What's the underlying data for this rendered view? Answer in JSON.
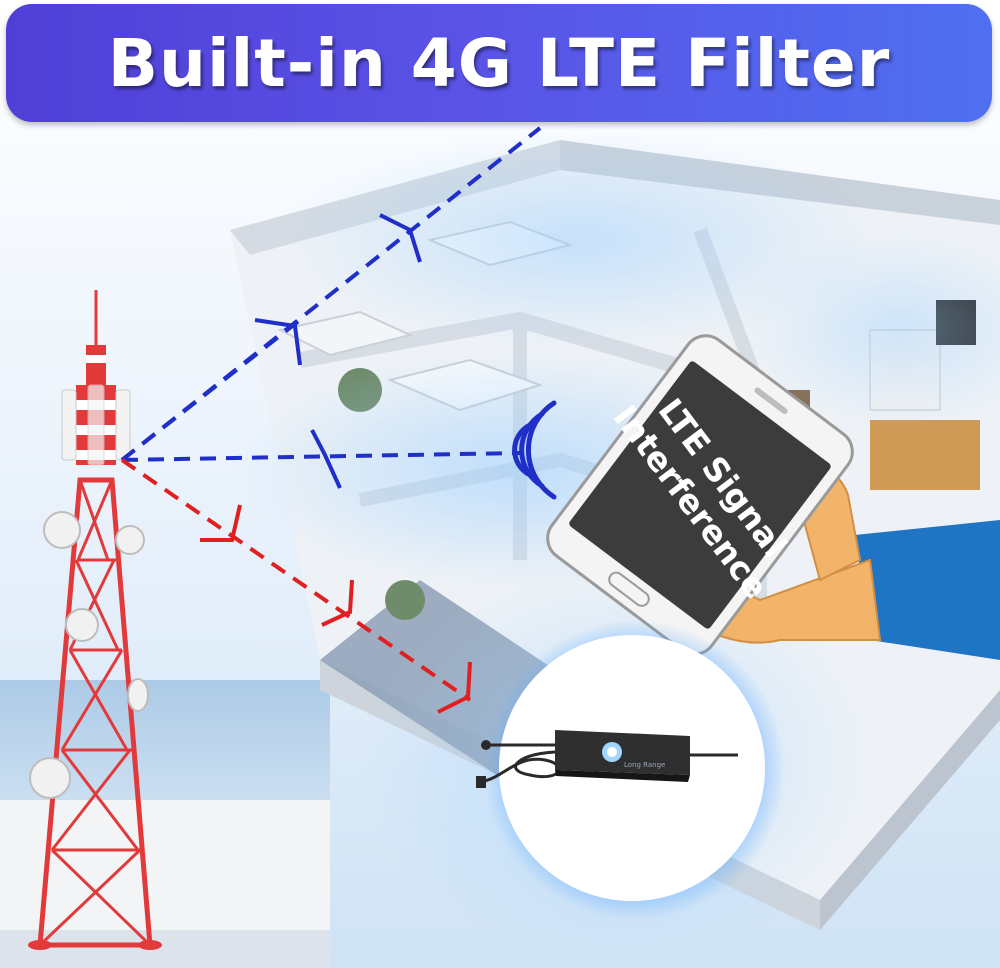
{
  "banner": {
    "title": "Built-in 4G LTE Filter"
  },
  "phone": {
    "line1": "LTE Signal",
    "line2": "Interference"
  },
  "device": {
    "label": "Long Range"
  },
  "colors": {
    "banner_start": "#4f3fd6",
    "banner_end": "#4f6ff0",
    "good_signal": "#1f2fc8",
    "interference": "#e02020",
    "tower_red": "#e23a3a",
    "phone_screen": "#3c3c3c",
    "sleeve": "#1f74c4",
    "hand": "#f2b46a"
  },
  "icons": [
    "cell-tower-icon",
    "wifi-waves-icon",
    "smartphone-icon",
    "hand-icon",
    "lte-filter-device-icon"
  ]
}
